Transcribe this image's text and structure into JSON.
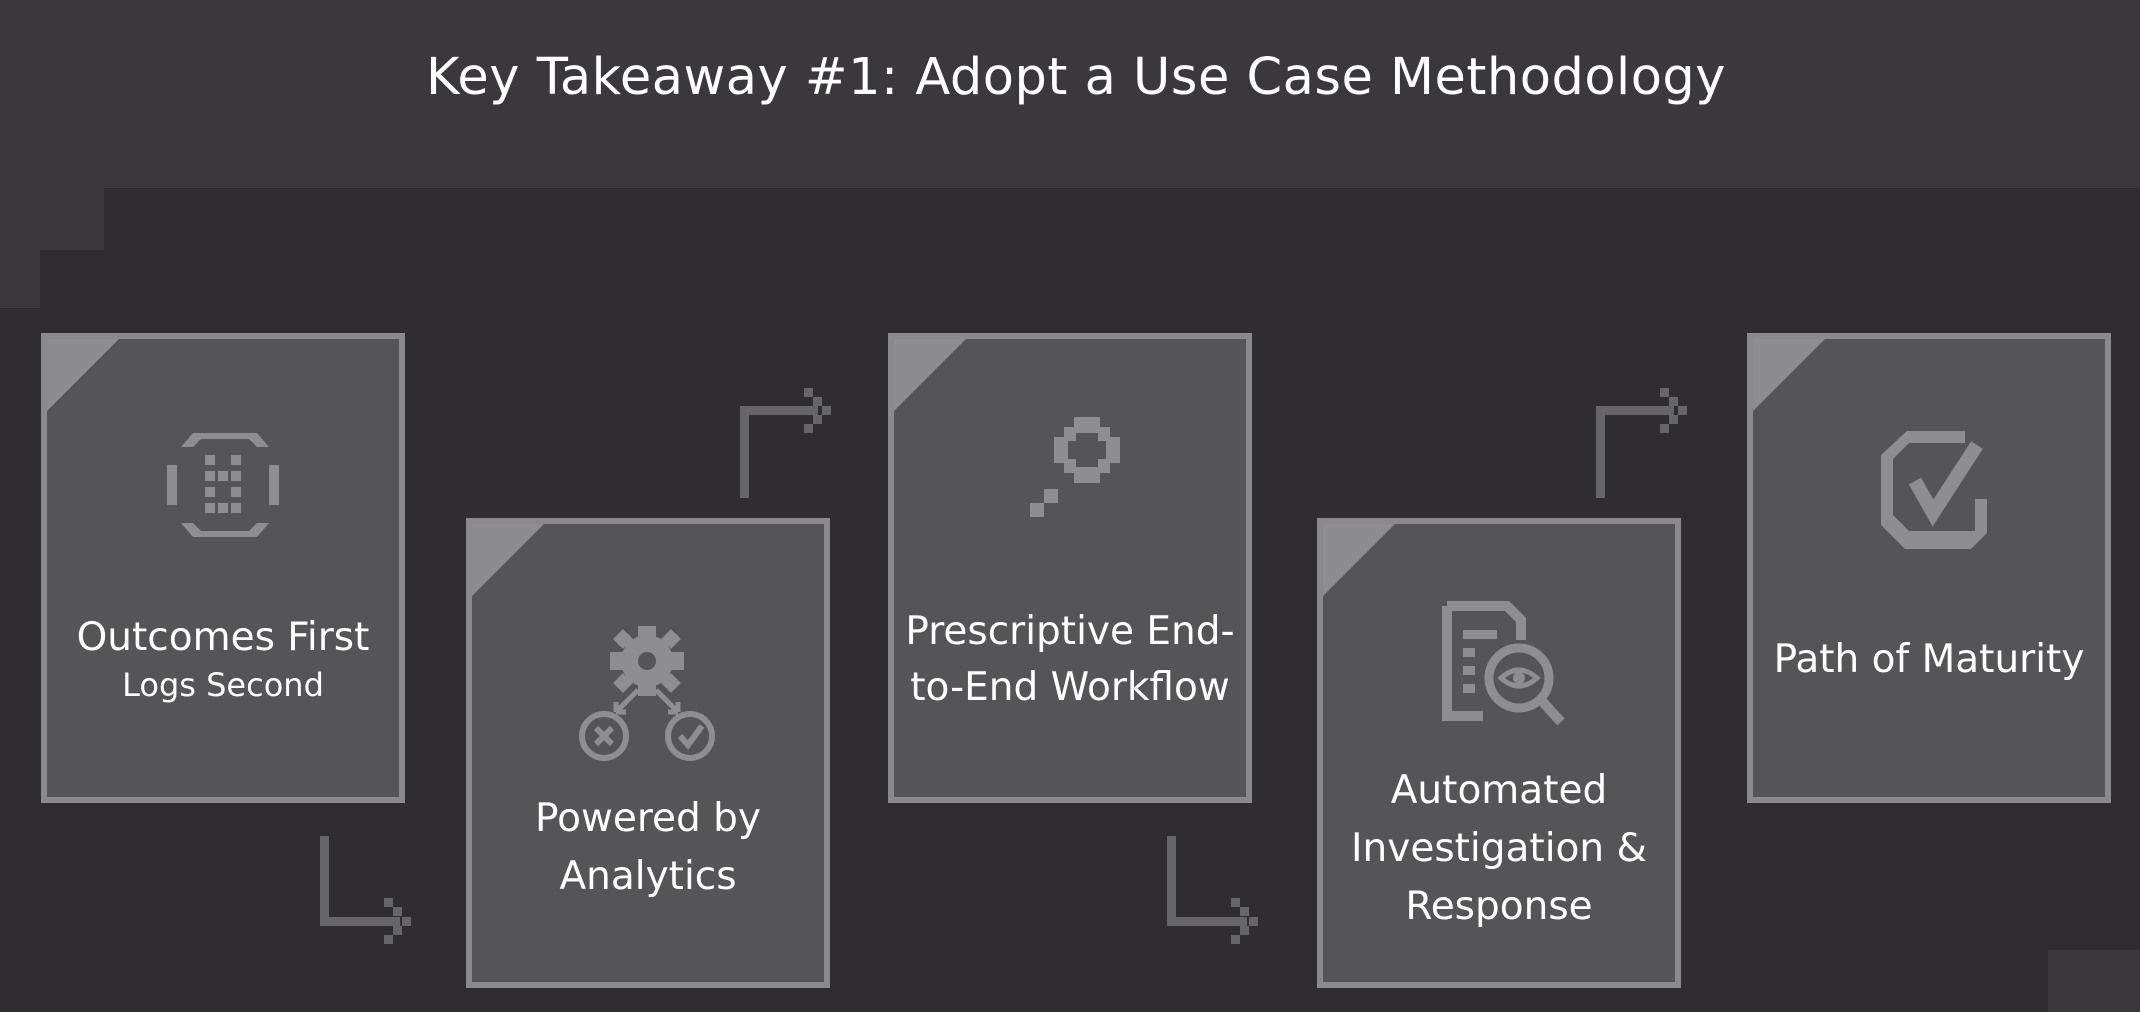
{
  "title": "Key Takeaway #1: Adopt a Use Case Methodology",
  "colors": {
    "background": "#2f2d31",
    "header_band": "#3a383c",
    "card_fill": "#555557",
    "card_border": "#8a8a8c",
    "icon": "#8e8e90",
    "arrow": "#666668"
  },
  "cards": [
    {
      "title": "Outcomes First",
      "subtitle": "Logs Second",
      "icon": "processor-chip-icon"
    },
    {
      "title_line1": "Powered by",
      "title_line2": "Analytics",
      "icon": "gear-decision-icon"
    },
    {
      "title_line1": "Prescriptive End-",
      "title_line2": "to-End Workflow",
      "icon": "search-icon"
    },
    {
      "title_line1": "Automated",
      "title_line2": "Investigation &",
      "title_line3": "Response",
      "icon": "document-inspect-icon"
    },
    {
      "title": "Path of Maturity",
      "icon": "checkbox-check-icon"
    }
  ]
}
